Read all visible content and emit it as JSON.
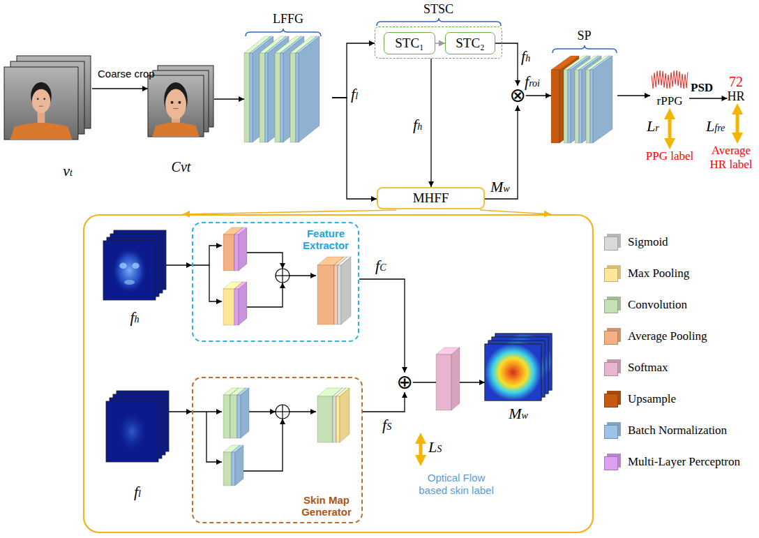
{
  "diagram": {
    "nodes": [
      {
        "text": [
          "vt"
        ]
      },
      {
        "text": [
          "Cvt"
        ]
      },
      {
        "text": [
          "LFFG"
        ]
      },
      {
        "text": [
          "STSC"
        ]
      },
      {
        "text": [
          "STC₁"
        ],
        "in": 3
      },
      {
        "text": [
          "STC₂"
        ],
        "in": 3
      },
      {
        "text": [
          "MHFF"
        ]
      },
      {
        "text": [
          "⊗"
        ]
      },
      {
        "text": [
          "SP"
        ]
      },
      {
        "text": [
          "rPPG"
        ]
      },
      {
        "text": [
          "72",
          "HR"
        ]
      },
      {
        "text": [
          "PPG label"
        ]
      },
      {
        "text": [
          "Average HR label"
        ]
      },
      {
        "text": [
          "fh"
        ]
      },
      {
        "text": [
          "Feature Extractor"
        ]
      },
      {
        "text": [
          "fl"
        ]
      },
      {
        "text": [
          "Skin Map Generator"
        ]
      },
      {
        "text": [
          "⊕"
        ]
      },
      {
        "text": [
          "Mw"
        ]
      }
    ],
    "edges": [
      {
        "from": 0,
        "to": 1,
        "label": "Coarse crop",
        "arrow": "to"
      },
      {
        "from": 1,
        "to": 2,
        "arrow": "to"
      },
      {
        "from": 2,
        "to": 3,
        "label": "fl",
        "arrow": "to"
      },
      {
        "from": 2,
        "to": 6,
        "arrow": "to"
      },
      {
        "from": 4,
        "to": 5,
        "arrow": "to"
      },
      {
        "from": 5,
        "to": 7,
        "label": "fh",
        "arrow": "to"
      },
      {
        "from": 3,
        "to": 6,
        "label": "fh",
        "arrow": "to"
      },
      {
        "from": 6,
        "to": 7,
        "label": "Mw",
        "arrow": "to"
      },
      {
        "from": 7,
        "to": 8,
        "label": "froi",
        "arrow": "to"
      },
      {
        "from": 8,
        "to": 9,
        "arrow": "to"
      },
      {
        "from": 9,
        "to": 10,
        "label": "PSD",
        "arrow": "to"
      },
      {
        "from": 9,
        "to": 11,
        "label": "Lr",
        "arrow": "both"
      },
      {
        "from": 10,
        "to": 12,
        "label": "Lfre",
        "arrow": "both"
      },
      {
        "from": 13,
        "to": 14,
        "arrow": "to"
      },
      {
        "from": 14,
        "to": 17,
        "label": "fC",
        "arrow": "to"
      },
      {
        "from": 15,
        "to": 16,
        "arrow": "to"
      },
      {
        "from": 16,
        "to": 17,
        "label": "fS",
        "arrow": "to"
      },
      {
        "from": 17,
        "to": 18,
        "arrow": "to"
      }
    ],
    "labels": [
      "LS",
      "Optical Flow based skin label"
    ],
    "legend": [
      {
        "text": "Sigmoid",
        "color": "#d9d9d9"
      },
      {
        "text": "Max Pooling",
        "color": "#ffe699"
      },
      {
        "text": "Convolution",
        "color": "#c5e0b4"
      },
      {
        "text": "Average Pooling",
        "color": "#f4b183"
      },
      {
        "text": "Softmax",
        "color": "#e8b4cf"
      },
      {
        "text": "Upsample",
        "color": "#c55a11"
      },
      {
        "text": "Batch Normalization",
        "color": "#9dc3e6"
      },
      {
        "text": "Multi-Layer Perceptron",
        "color": "#dda0f0"
      }
    ]
  }
}
